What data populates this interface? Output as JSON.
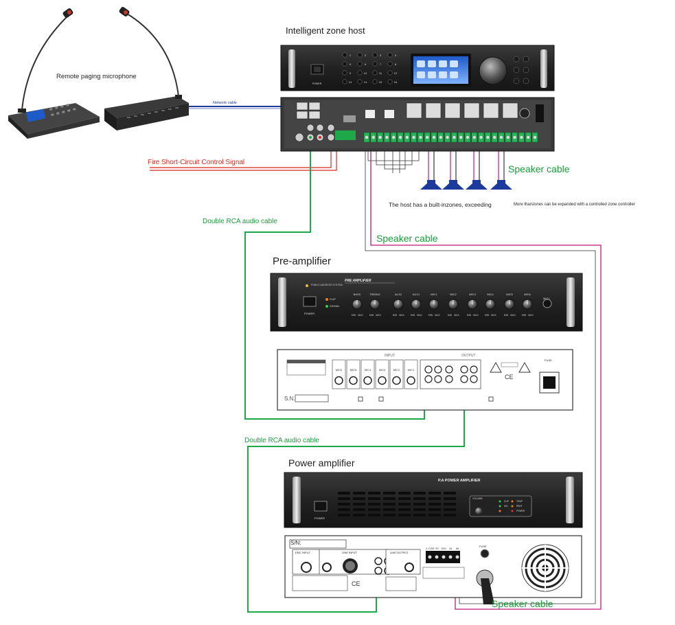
{
  "labels": {
    "zone_host_title": "Intelligent  zone  host",
    "remote_mic": "Remote  paging  microphone",
    "network_cable": "Network cable",
    "fire_signal": "Fire  Short-Circuit  Control  Signal",
    "speaker_cable_top": "Speaker  cable",
    "zones_note_a": "The  host  has  a  built-inzones,  exceeding",
    "zones_note_b": "More thanzones can be expanded with a controlled zone controller",
    "double_rca_1": "Double  RCA  audio  cable",
    "speaker_cable_mid": "Speaker  cable",
    "preamp_title": "Pre-amplifier",
    "double_rca_2": "Double  RCA  audio  cable",
    "power_amp_title": "Power  amplifier",
    "speaker_cable_bottom": "Speaker  cable"
  },
  "devices": {
    "preamp_panel_title": "PRE AMPLIFIER",
    "preamp_brand": "PUBLIC ADDRESS SYSTEM",
    "preamp_clip": "CLIP",
    "preamp_signal": "SIGNAL",
    "preamp_power": "POWER",
    "preamp_knobs": [
      "BASS",
      "TREBLE",
      "AUX2",
      "AUX1",
      "MIC1",
      "MIC2",
      "MIC3",
      "MIC4",
      "MIC5",
      "MIC6"
    ],
    "preamp_knob_minmax": [
      "MIN",
      "MAX"
    ],
    "preamp_mic_jack": "MIC1",
    "preamp_rear_input": "INPUT",
    "preamp_rear_output": "OUTPUT",
    "preamp_rear_mics": [
      "MIC6",
      "MIC5",
      "MIC4",
      "MIC3",
      "MIC2",
      "MIC1"
    ],
    "preamp_rear_sn": "S.N.",
    "preamp_rear_fuse": "FUSE",
    "preamp_rear_ce": "CE",
    "poweramp_panel_title": "P.A POWER AMPLIFIER",
    "poweramp_power": "POWER",
    "poweramp_volume": "VOLUME",
    "poweramp_indicators": [
      "CLIP",
      "SIG",
      "TEMP",
      "PROT",
      "POWER"
    ],
    "poweramp_rear_sn": "S/N:",
    "poweramp_rear_emc": "EMC INPUT",
    "poweramp_rear_line_in": "LINE INPUT",
    "poweramp_rear_line_out": "LINE OUTPUT",
    "poweramp_rear_terminals": [
      "0 / COM",
      "70V",
      "100V",
      "4Ω",
      "8Ω"
    ],
    "poweramp_rear_fuse": "FUSE",
    "poweramp_rear_ce": "CE",
    "host_power": "POWER",
    "host_zone_keys": [
      "1",
      "2",
      "3",
      "4",
      "5",
      "6",
      "7",
      "8",
      "9",
      "10",
      "11",
      "12",
      "13",
      "14",
      "15",
      "16"
    ]
  },
  "colors": {
    "rca_cable": "#1fa84a",
    "speaker_cable": "#c0167d",
    "fire_signal": "#d9281e",
    "network_cable": "#1b3a9c",
    "device_dark": "#2a2a2a"
  }
}
